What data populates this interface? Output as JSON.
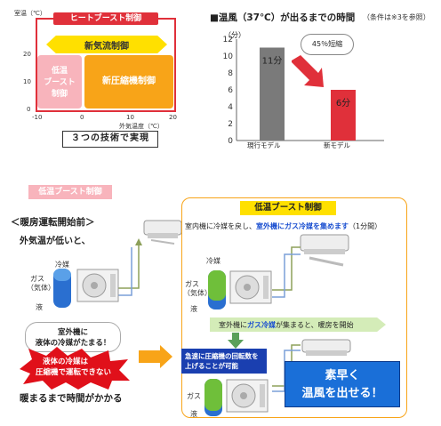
{
  "techniques": {
    "heat_boost": "ヒートブースト制御",
    "new_airflow": "新気流制御",
    "low_temp_boost": [
      "低温",
      "ブースト",
      "制御"
    ],
    "new_compressor": "新圧縮機制御",
    "room_temp_label": "室温（℃）",
    "outdoor_temp_label": "外気温度（℃）",
    "caption": "３つの技術で実現",
    "y_ticks": [
      "20",
      "10",
      "0"
    ],
    "x_ticks": [
      "-10",
      "0",
      "10",
      "20"
    ]
  },
  "chart_data": {
    "type": "bar",
    "title": "■温風（37℃）が出るまでの時間",
    "note": "（条件は※3を参照）",
    "ylabel": "（分）",
    "categories": [
      "現行モデル",
      "新モデル"
    ],
    "values": [
      11,
      6
    ],
    "value_labels": [
      "11分",
      "6分"
    ],
    "ylim": [
      0,
      12
    ],
    "y_ticks": [
      0,
      2,
      4,
      6,
      8,
      10,
      12
    ],
    "annotation": "45％短縮",
    "colors": [
      "#7a7a7a",
      "#e0303a"
    ]
  },
  "lower": {
    "badge": "低温ブースト制御",
    "before_title": "＜暖房運転開始前＞",
    "before_sub": "外気温が低いと、",
    "refrigerant": "冷媒",
    "gas_label": [
      "ガス",
      "（気体）"
    ],
    "liquid_label": "液",
    "bubble": [
      "室外機に",
      "液体の冷媒がたまる！"
    ],
    "burst": [
      "液体の冷媒は",
      "圧縮機で運転できない"
    ],
    "slow_warm": "暖まるまで時間がかかる",
    "right_head": "低温ブースト制御",
    "right_text_plain": "室内機に冷媒を戻し、",
    "right_text_bold": "室外機にガス冷媒を集めます",
    "right_text_tail": "（1分間）",
    "green_text_plain1": "室外機に",
    "green_text_bold": "ガス冷媒",
    "green_text_plain2": "が集まると、暖房を開始",
    "blue_box": [
      "急速に圧縮機の回転数を",
      "上げることが可能"
    ],
    "gas_short": "ガス",
    "cta": [
      "素早く",
      "温風を出せる！"
    ]
  }
}
